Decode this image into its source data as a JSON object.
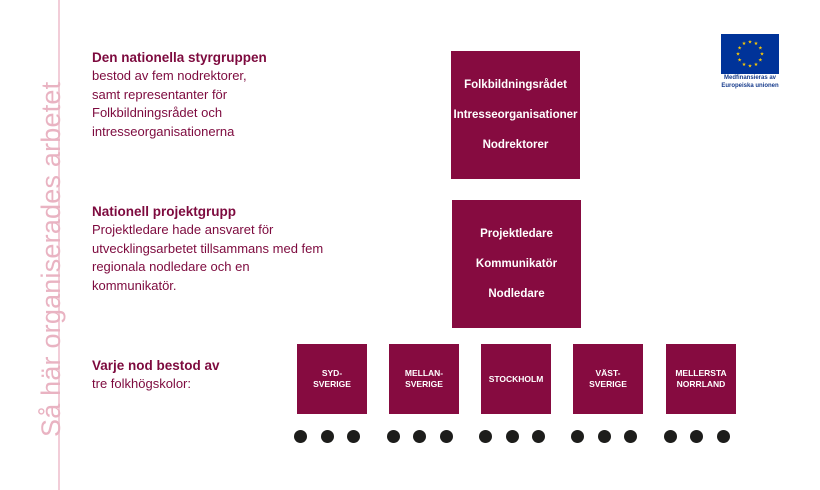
{
  "side_title": "Så här organiserades arbetet",
  "sections": [
    {
      "heading": "Den nationella styrgruppen",
      "body": [
        "bestod av fem nodrektorer,",
        "samt representanter för",
        "Folkbildningsrådet och",
        "intresseorganisationerna"
      ]
    },
    {
      "heading": "Nationell projektgrupp",
      "body": [
        "Projektledare hade ansvaret för",
        "utvecklingsarbetet tillsammans med fem",
        "regionala nodledare och en",
        "kommunikatör."
      ]
    },
    {
      "heading": "Varje nod bestod av",
      "body": [
        "tre folkhögskolor:"
      ]
    }
  ],
  "steering_box": [
    "Folkbildningsrådet",
    "Intresseorganisationer",
    "Nodrektorer"
  ],
  "project_box": [
    "Projektledare",
    "Kommunikatör",
    "Nodledare"
  ],
  "nodes": [
    [
      "SYD-",
      "SVERIGE"
    ],
    [
      "MELLAN-",
      "SVERIGE"
    ],
    [
      "STOCKHOLM"
    ],
    [
      "VÄST-",
      "SVERIGE"
    ],
    [
      "MELLERSTA",
      "NORRLAND"
    ]
  ],
  "eu_logo": {
    "caption": [
      "Medfinansieras av",
      "Europeiska unionen"
    ],
    "flag_color": "#003399",
    "star_color": "#ffcc00"
  },
  "colors": {
    "accent": "#860b40",
    "text": "#7d0a3e",
    "side_title": "#e9b3c2",
    "dot": "#1d1d1b"
  }
}
